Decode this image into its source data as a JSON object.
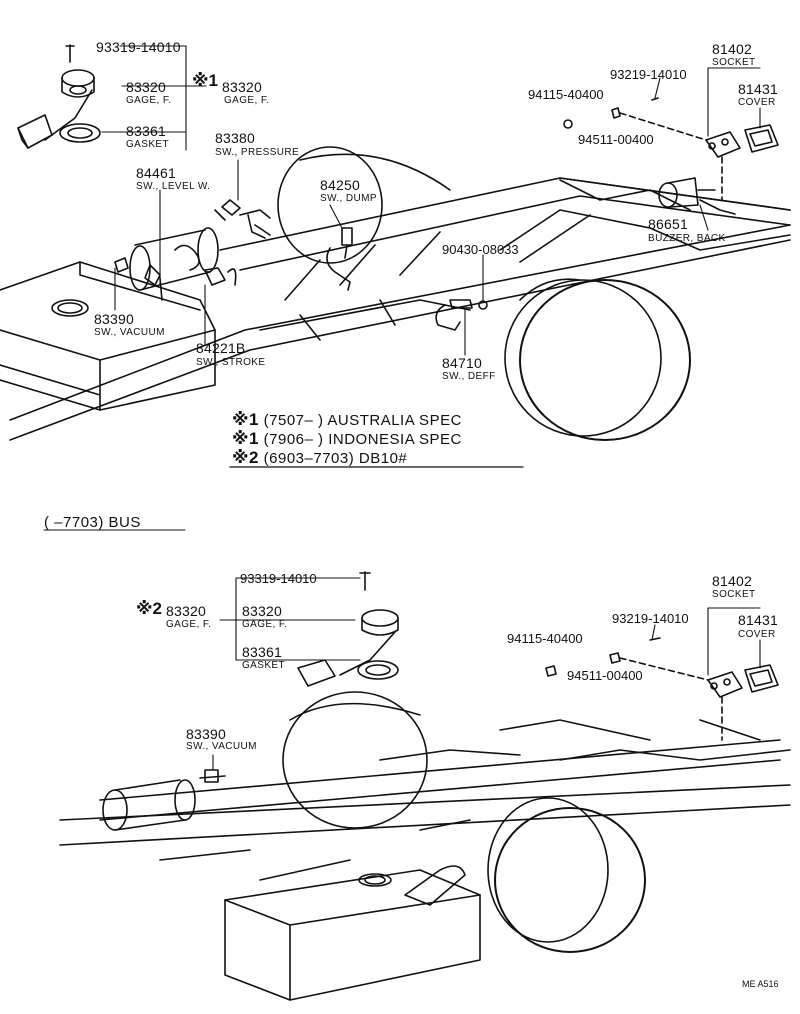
{
  "top": {
    "p1": {
      "num": "93319-14010"
    },
    "p2": {
      "num": "83320",
      "name": "GAGE, F."
    },
    "p2b": {
      "mark": "※1",
      "num": "83320",
      "name": "GAGE, F."
    },
    "p3": {
      "num": "83361",
      "name": "GASKET"
    },
    "p4": {
      "num": "83380",
      "name": "SW., PRESSURE"
    },
    "p5": {
      "num": "84461",
      "name": "SW., LEVEL W."
    },
    "p6": {
      "num": "84250",
      "name": "SW., DUMP"
    },
    "p7": {
      "num": "90430-08033"
    },
    "p8": {
      "num": "83390",
      "name": "SW., VACUUM"
    },
    "p9": {
      "num": "84221B",
      "name": "SW., STROKE"
    },
    "p10": {
      "num": "84710",
      "name": "SW., DEFF"
    },
    "p11": {
      "num": "93219-14010"
    },
    "p12": {
      "num": "94115-40400"
    },
    "p13": {
      "num": "94511-00400"
    },
    "p14": {
      "num": "81402",
      "name": "SOCKET"
    },
    "p15": {
      "num": "81431",
      "name": "COVER"
    },
    "p16": {
      "num": "86651",
      "name": "BUZZER, BACK"
    }
  },
  "notes": [
    {
      "mark": "※1",
      "text": "(7507–      ) AUSTRALIA SPEC"
    },
    {
      "mark": "※1",
      "text": "(7906–      ) INDONESIA SPEC"
    },
    {
      "mark": "※2",
      "text": "(6903–7703) DB10#"
    }
  ],
  "bus_label": "(        –7703) BUS",
  "bottom": {
    "q1": {
      "num": "93319-14010"
    },
    "q2": {
      "mark": "※2",
      "num": "83320",
      "name": "GAGE, F."
    },
    "q3": {
      "num": "83320",
      "name": "GAGE, F."
    },
    "q4": {
      "num": "83361",
      "name": "GASKET"
    },
    "q5": {
      "num": "81402",
      "name": "SOCKET"
    },
    "q6": {
      "num": "81431",
      "name": "COVER"
    },
    "q7": {
      "num": "93219-14010"
    },
    "q8": {
      "num": "94115-40400"
    },
    "q9": {
      "num": "94511-00400"
    },
    "q10": {
      "num": "83390",
      "name": "SW., VACUUM"
    }
  },
  "footer": "ME  A516"
}
